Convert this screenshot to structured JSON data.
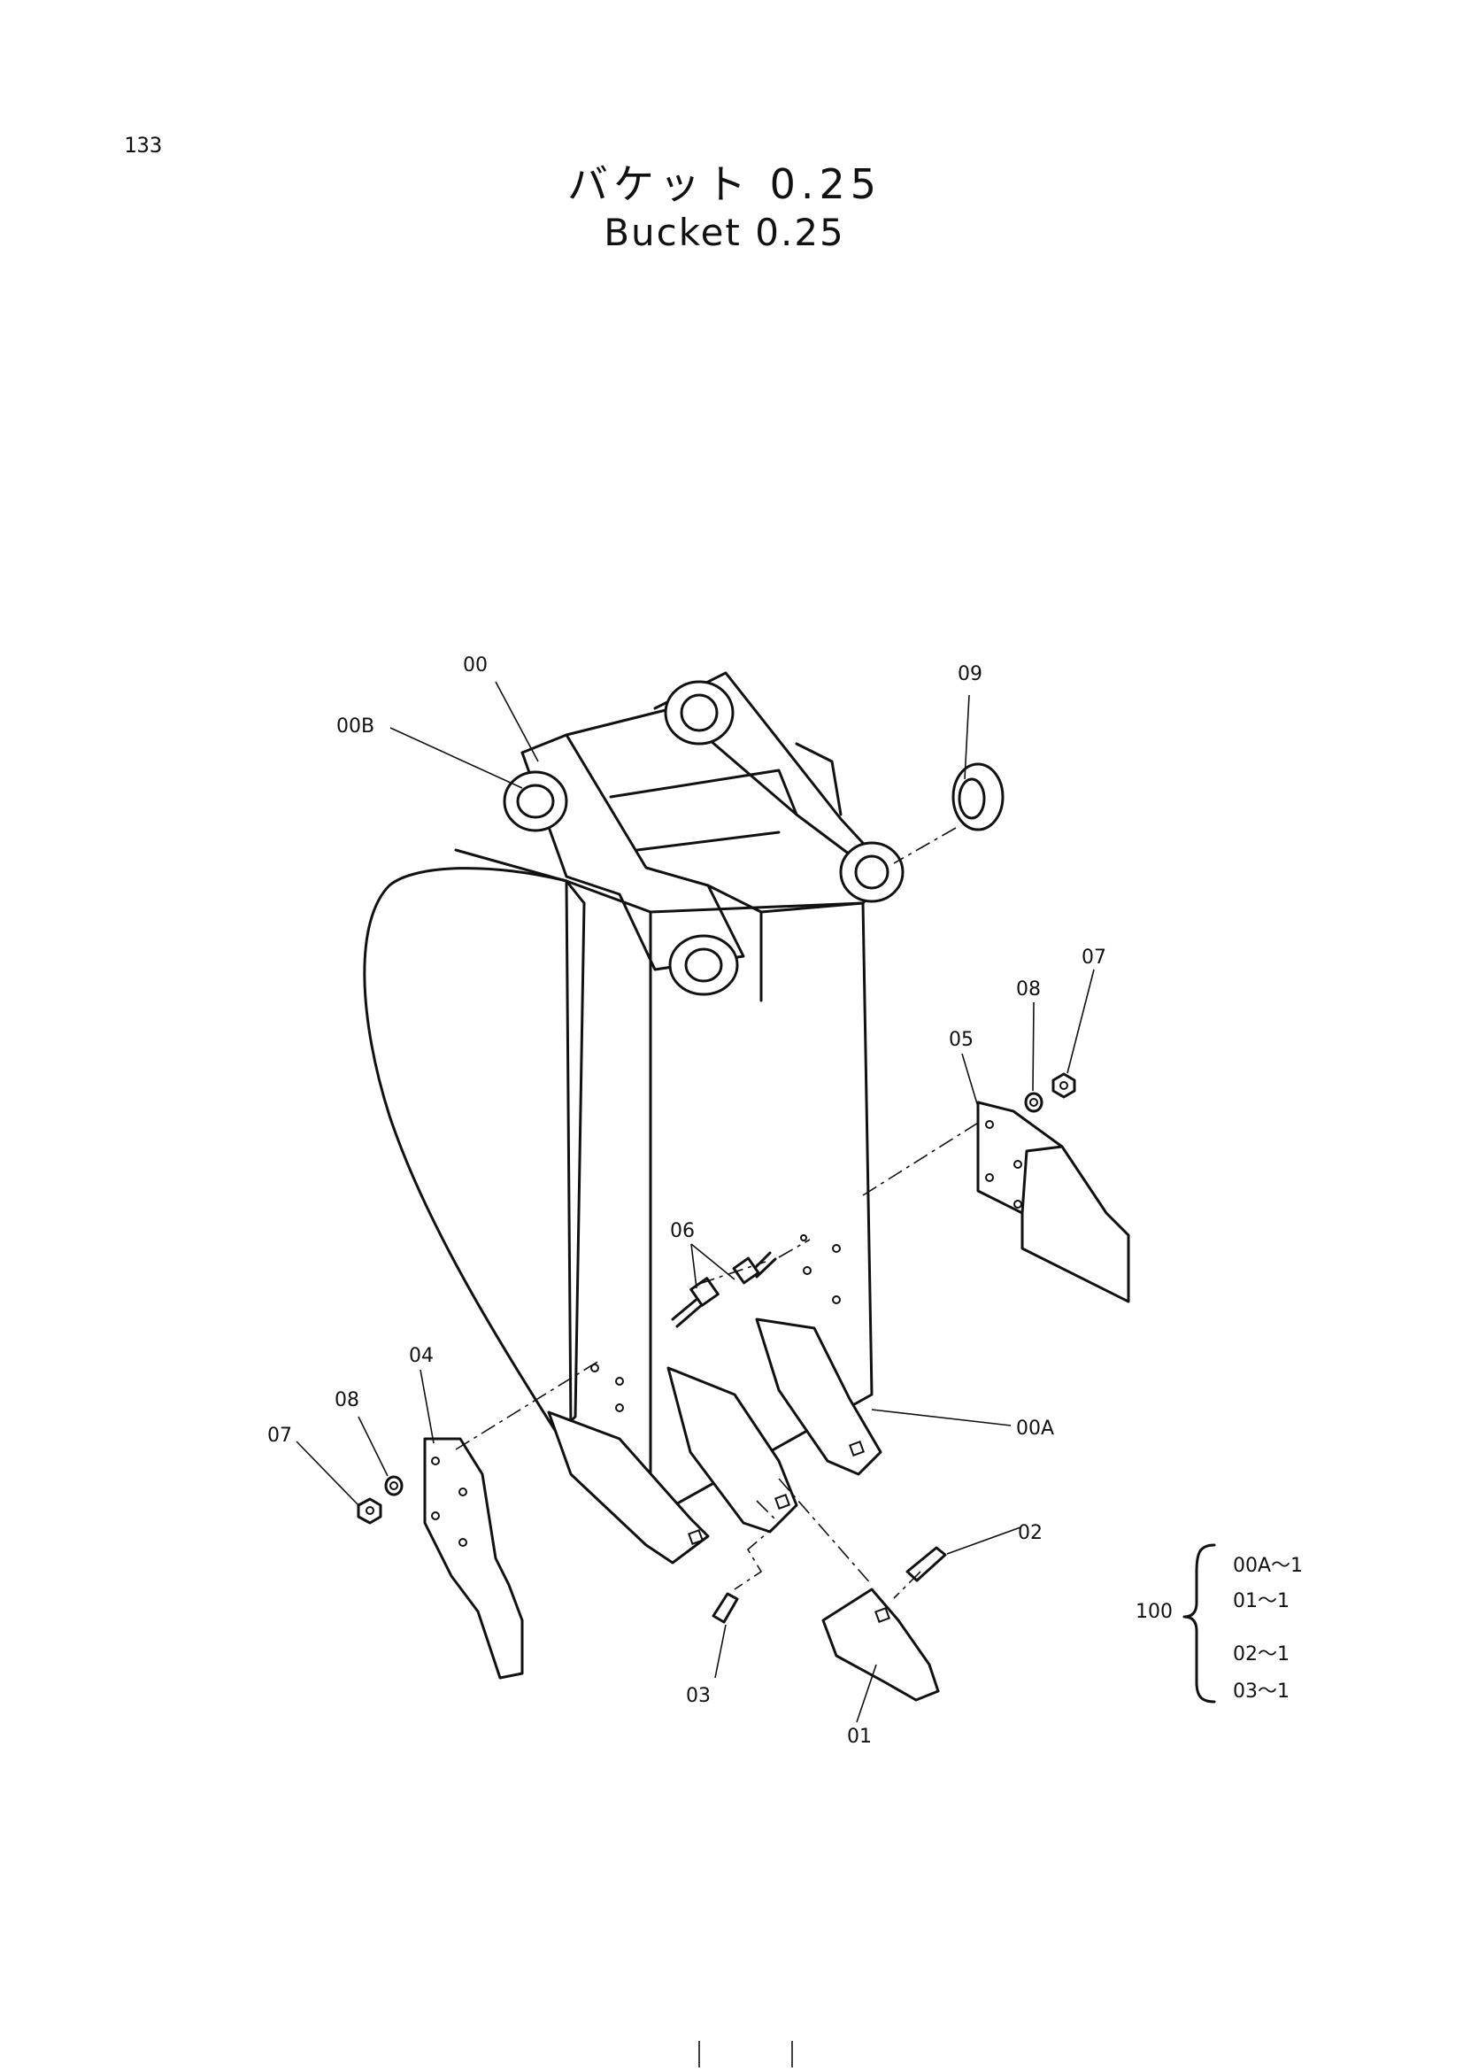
{
  "page_number": "133",
  "title": {
    "japanese": "バケット 0.25",
    "english": "Bucket 0.25"
  },
  "callouts": {
    "c00": "00",
    "c00B": "00B",
    "c00A": "00A",
    "c01": "01",
    "c02": "02",
    "c03": "03",
    "c04": "04",
    "c05": "05",
    "c06": "06",
    "c07_left": "07",
    "c07_right": "07",
    "c08_left": "08",
    "c08_right": "08",
    "c09": "09"
  },
  "kit": {
    "number": "100",
    "items": [
      "00A〜1",
      "01〜1",
      "02〜1",
      "03〜1"
    ]
  }
}
